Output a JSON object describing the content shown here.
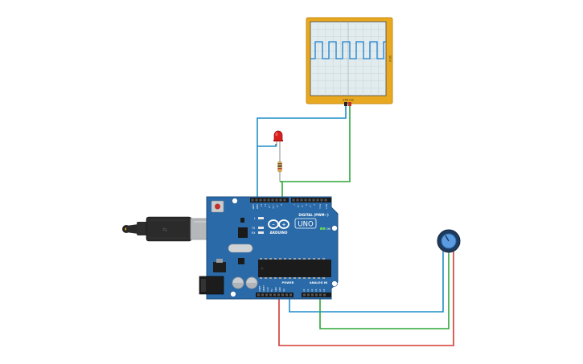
{
  "oscilloscope": {
    "time_label": "250 ms",
    "volt_label": "10 V"
  },
  "arduino": {
    "brand": "ARDUINO",
    "model": "UNO",
    "digital_label": "DIGITAL (PWM~)",
    "power_label": "POWER",
    "analog_label": "ANALOG IN",
    "on_label": "ON",
    "tx_label": "TX",
    "rx_label": "RX",
    "l_label": "L",
    "digital_pin_labels": [
      "AREF",
      "GND",
      "13",
      "12",
      "~11",
      "~10",
      "~9",
      "8",
      "7",
      "~6",
      "~5",
      "4",
      "~3",
      "2",
      "TX 1",
      "RX 0"
    ],
    "power_pin_labels": [
      "IOREF",
      "RESET",
      "3.3V",
      "5V",
      "GND",
      "GND",
      "Vin"
    ],
    "analog_pin_labels": [
      "A0",
      "A1",
      "A2",
      "A3",
      "A4",
      "A5"
    ]
  },
  "colors": {
    "wire_blue": "#1f8fc8",
    "wire_green": "#2ca53a",
    "wire_red": "#d03a32",
    "board_blue": "#2a6aa8",
    "scope_frame": "#e8a820"
  }
}
